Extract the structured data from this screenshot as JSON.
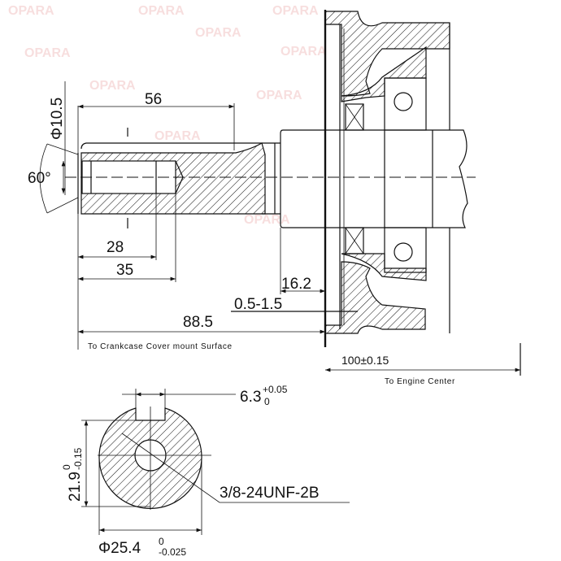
{
  "watermark": "OPARA",
  "dimensions": {
    "d56": "56",
    "d28": "28",
    "d35": "35",
    "d88_5": "88.5",
    "d16_2": "16.2",
    "d0_5_1_5": "0.5-1.5",
    "phi10_5": "Φ10.5",
    "angle60": "60°",
    "d100": "100±0.15",
    "key_width": "6.3",
    "key_width_tol_upper": "+0.05",
    "key_width_tol_lower": "0",
    "key_depth": "21.9",
    "key_depth_tol_upper": "0",
    "key_depth_tol_lower": "-0.15",
    "shaft_dia": "Φ25.4",
    "shaft_dia_tol_upper": "0",
    "shaft_dia_tol_lower": "-0.025",
    "thread": "3/8-24UNF-2B"
  },
  "notes": {
    "crankcase": "To Crankcase Cover mount Surface",
    "engine_center": "To Engine Center"
  }
}
